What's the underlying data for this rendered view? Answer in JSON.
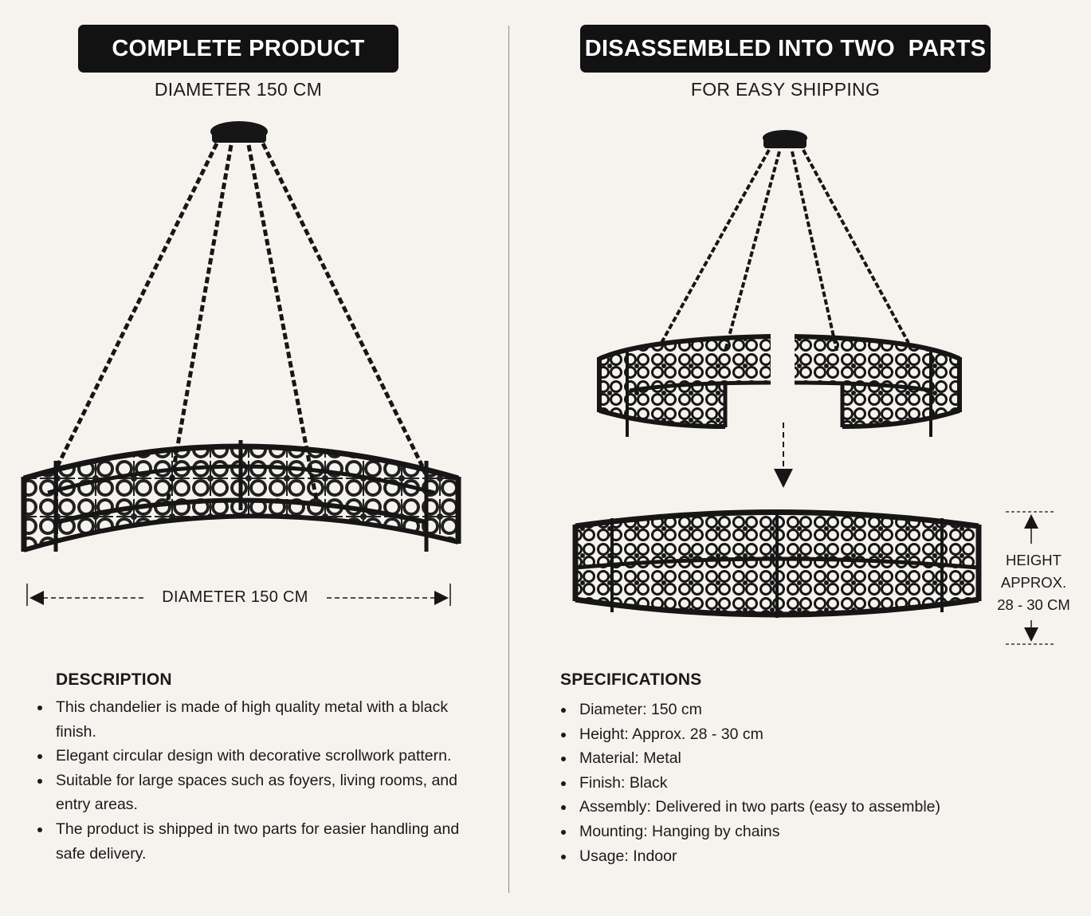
{
  "left": {
    "badge": "COMPLETE PRODUCT",
    "subtitle": "DIAMETER 150 CM",
    "dimension_label": "DIAMETER 150 CM"
  },
  "right": {
    "badge": "DISASSEMBLED INTO TWO  PARTS",
    "subtitle": "FOR EASY SHIPPING",
    "height_label": [
      "HEIGHT",
      "APPROX.",
      "28 - 30 CM"
    ]
  },
  "description": {
    "title": "DESCRIPTION",
    "items": [
      "This chandelier is made of high quality metal with a black finish.",
      "Elegant circular design with decorative scrollwork pattern.",
      "Suitable for large spaces such as foyers, living rooms, and entry areas.",
      "The product is shipped in two parts for easier handling and safe delivery."
    ]
  },
  "specifications": {
    "title": "SPECIFICATIONS",
    "items": [
      "Diameter: 150 cm",
      "Height: Approx. 28 - 30 cm",
      "Material: Metal",
      "Finish: Black",
      "Assembly: Delivered in two parts (easy to assemble)",
      "Mounting: Hanging by chains",
      "Usage: Indoor"
    ]
  },
  "colors": {
    "background": "#f6f3ef",
    "badge": "#121212",
    "badge_text": "#ffffff",
    "metal": "#161616"
  },
  "images": [
    "chandelier-complete-photo",
    "chandelier-halves-photo",
    "chandelier-assembled-ring-photo"
  ]
}
